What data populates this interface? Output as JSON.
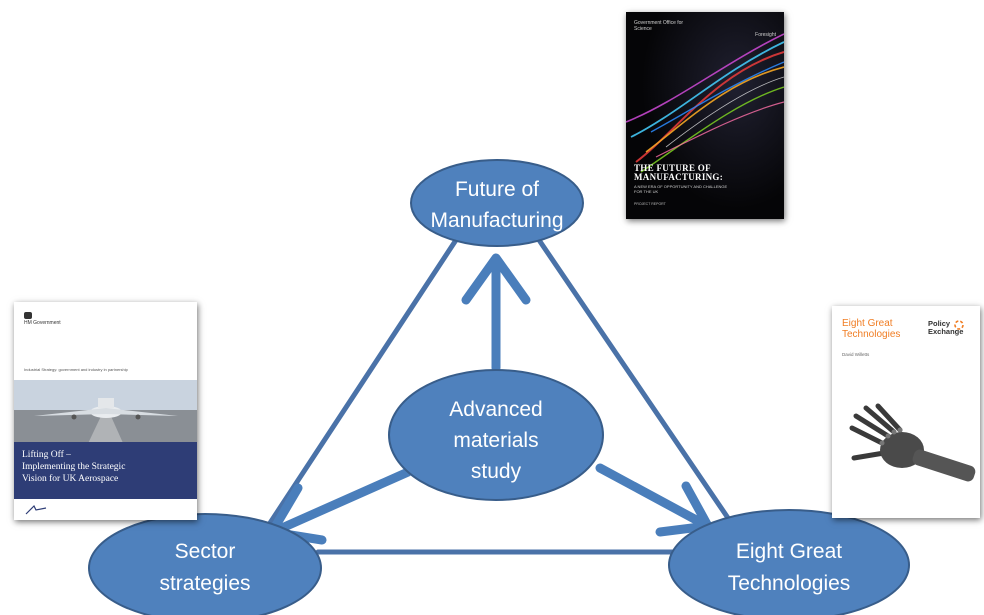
{
  "nodes": {
    "future_of_manufacturing": [
      "Future of",
      "Manufacturing"
    ],
    "advanced_materials": [
      "Advanced",
      "materials",
      "study"
    ],
    "sector_strategies": [
      "Sector",
      "strategies"
    ],
    "eight_great_technologies": [
      "Eight Great",
      "Technologies"
    ]
  },
  "covers": {
    "future_of_manufacturing": {
      "header_left": "Government Office for Science",
      "header_right": "Foresight",
      "title_line1": "THE FUTURE OF",
      "title_line2": "MANUFACTURING:",
      "subtitle": "A NEW ERA OF OPPORTUNITY AND CHALLENGE FOR THE UK",
      "report_label": "PROJECT REPORT"
    },
    "lifting_off": {
      "publisher": "HM Government",
      "tagline": "Industrial Strategy: government and industry in partnership",
      "title_line1": "Lifting Off –",
      "title_line2": "Implementing the Strategic",
      "title_line3": "Vision for UK Aerospace"
    },
    "eight_great_technologies": {
      "title_line1": "Eight Great",
      "title_line2": "Technologies",
      "publisher_line1": "Policy",
      "publisher_line2": "Exchange",
      "author": "David Willetts"
    }
  },
  "colors": {
    "node_fill": "#4f81bd",
    "node_stroke": "#385d8a",
    "connector": "#4a72a8",
    "arrow": "#4a7ebb",
    "cover_accent_orange": "#f07d23",
    "cover_band_navy": "#2e3d76"
  }
}
